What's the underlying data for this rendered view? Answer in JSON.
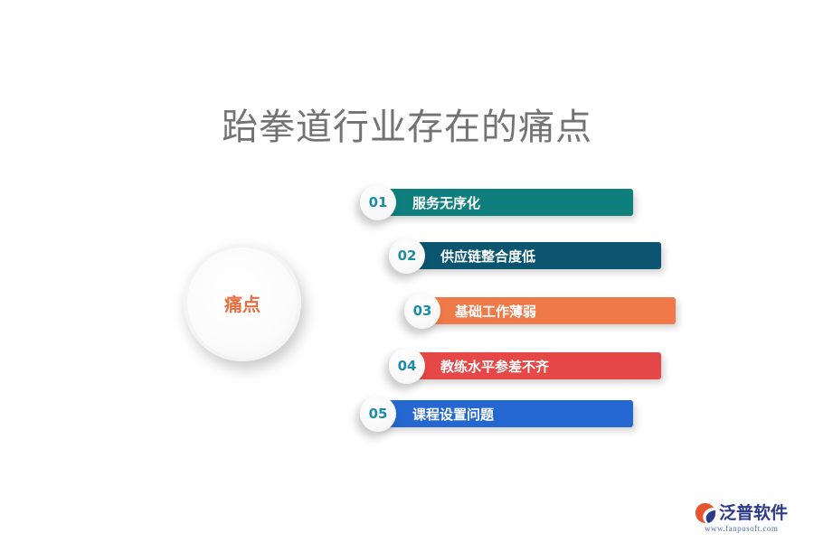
{
  "title": "跆拳道行业存在的痛点",
  "hub": {
    "label": "痛点"
  },
  "items": [
    {
      "num": "01",
      "label": "服务无序化",
      "color": "#0f7f7d"
    },
    {
      "num": "02",
      "label": "供应链整合度低",
      "color": "#0b5570"
    },
    {
      "num": "03",
      "label": "基础工作薄弱",
      "color": "#f0794a"
    },
    {
      "num": "04",
      "label": "教练水平参差不齐",
      "color": "#e64747"
    },
    {
      "num": "05",
      "label": "课程设置问题",
      "color": "#2567d0"
    }
  ],
  "logo": {
    "name": "泛普软件",
    "url": "www.fanpusoft.com",
    "icon": "fanpu-logo-icon",
    "color": "#2b3a8a"
  }
}
